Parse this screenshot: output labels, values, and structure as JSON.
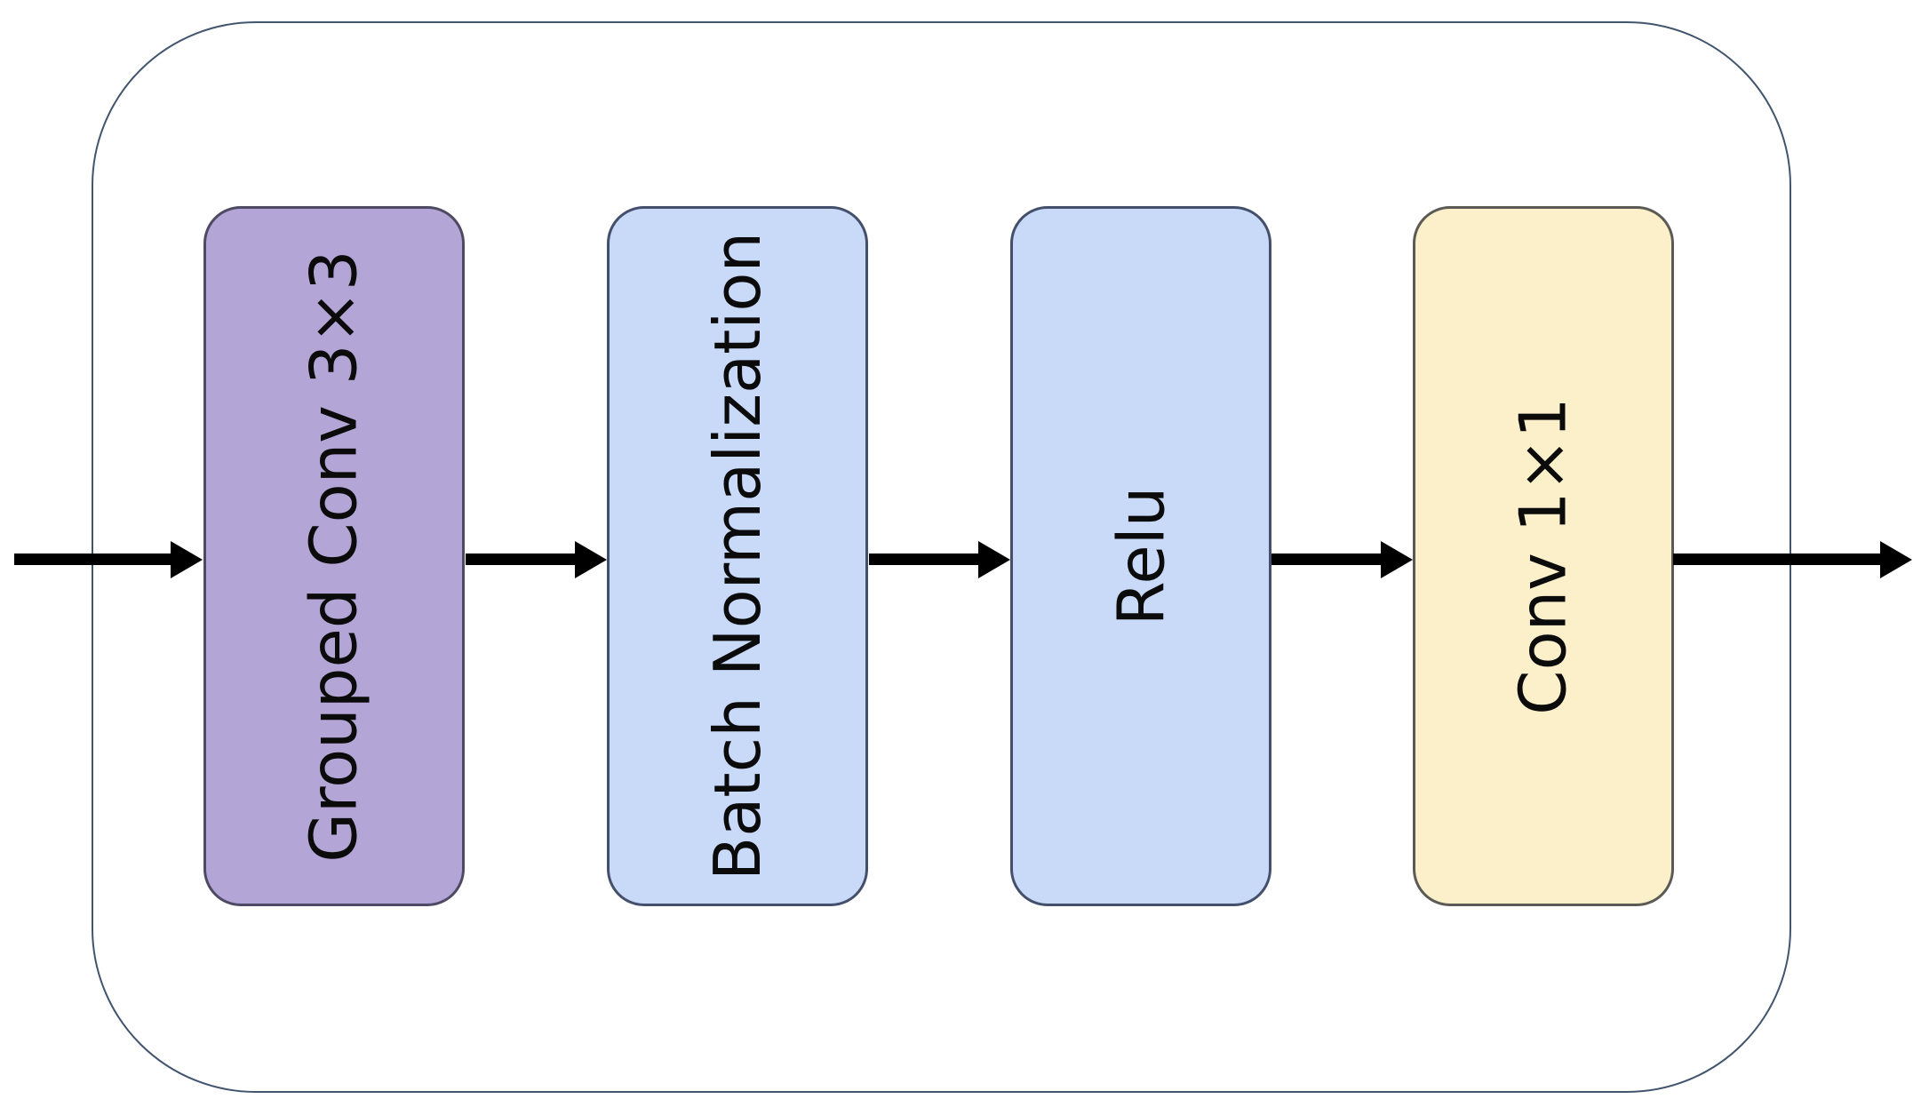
{
  "diagram": {
    "type": "flow-block-diagram",
    "container": {
      "border_color": "#42556e",
      "fill": "#ffffff"
    },
    "blocks": [
      {
        "label": "Grouped Conv 3×3",
        "fill": "#b3a6d6",
        "border_color": "#4f4a63",
        "text_color": "#0b0b0b"
      },
      {
        "label": "Batch Normalization",
        "fill": "#c9daf8",
        "border_color": "#44506b",
        "text_color": "#0b0b0b"
      },
      {
        "label": "Relu",
        "fill": "#c9daf8",
        "border_color": "#44506b",
        "text_color": "#0b0b0b"
      },
      {
        "label": "Conv 1×1",
        "fill": "#fcf0cb",
        "border_color": "#5c5a55",
        "text_color": "#0b0b0b"
      }
    ],
    "arrow_color": "#000000",
    "flow": "input → Grouped Conv 3×3 → Batch Normalization → Relu → Conv 1×1 → output"
  }
}
